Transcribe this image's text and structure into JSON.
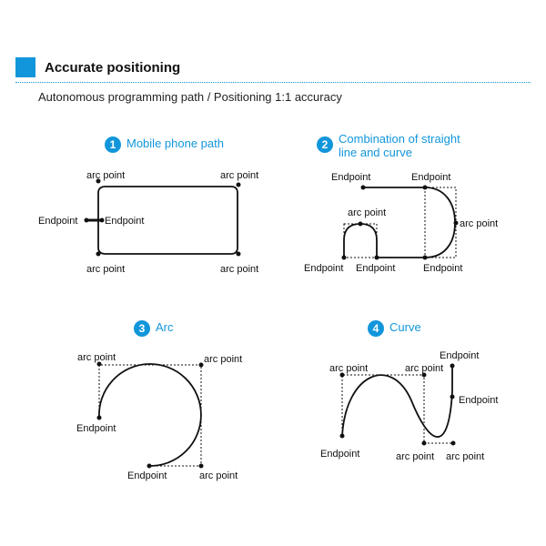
{
  "header": {
    "title": "Accurate positioning",
    "subtitle": "Autonomous programming path / Positioning 1:1 accuracy"
  },
  "diagrams": [
    {
      "number": "1",
      "title": "Mobile phone path",
      "labels": {
        "tl": "arc point",
        "tr": "arc point",
        "bl": "arc point",
        "br": "arc point",
        "end_left": "Endpoint",
        "end_right": "Endpoint"
      }
    },
    {
      "number": "2",
      "title": "Combination of straight\nline and curve",
      "labels": {
        "end_top_left": "Endpoint",
        "end_top_right": "Endpoint",
        "arc_right": "arc point",
        "arc_top": "arc point",
        "end_bottom_left": "Endpoint",
        "end_bottom_mid": "Endpoint",
        "end_bottom_right": "Endpoint"
      }
    },
    {
      "number": "3",
      "title": "Arc",
      "labels": {
        "arc_tl": "arc point",
        "arc_tr": "arc point",
        "end_left": "Endpoint",
        "end_bottom": "Endpoint",
        "arc_br": "arc point"
      }
    },
    {
      "number": "4",
      "title": "Curve",
      "labels": {
        "arc_tl": "arc point",
        "arc_tm": "arc point",
        "end_top_right": "Endpoint",
        "end_right": "Endpoint",
        "end_bottom_left": "Endpoint",
        "arc_bm": "arc point",
        "arc_br": "arc point"
      }
    }
  ]
}
